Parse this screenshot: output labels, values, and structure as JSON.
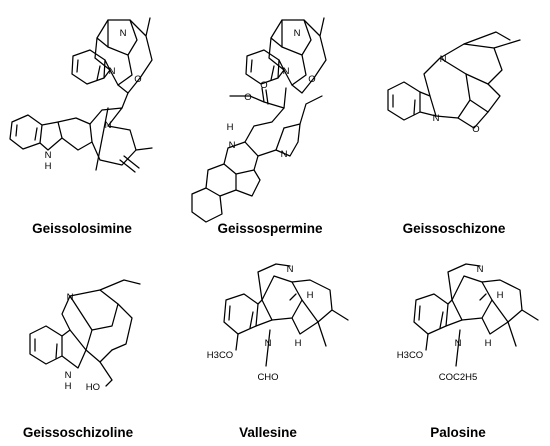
{
  "compounds": [
    {
      "name": "Geissolosimine",
      "atoms": {
        "n_top": "N",
        "n_mid": "N",
        "o_ring": "O",
        "n_lower": "N",
        "nh_n": "N",
        "nh_h": "H"
      }
    },
    {
      "name": "Geissospermine",
      "atoms": {
        "n_top": "N",
        "n_mid": "N",
        "o_ring": "O",
        "ester_o1": "O",
        "ester_o2": "O",
        "nh_h": "H",
        "nh_n": "N",
        "n_lower": "N"
      }
    },
    {
      "name": "Geissoschizone",
      "atoms": {
        "n_top": "N",
        "n_mid": "N",
        "o_ring": "O"
      }
    },
    {
      "name": "Geissoschizoline",
      "atoms": {
        "n_top": "N",
        "nh_n": "N",
        "nh_h": "H",
        "ho": "HO"
      }
    },
    {
      "name": "Vallesine",
      "atoms": {
        "n_top": "N",
        "h_top": "H",
        "n_lower": "N",
        "h_lower": "H",
        "methoxy": "H3CO",
        "cho": "CHO"
      }
    },
    {
      "name": "Palosine",
      "atoms": {
        "n_top": "N",
        "h_top": "H",
        "n_lower": "N",
        "h_lower": "H",
        "methoxy": "H3CO",
        "ester": "COC2H5"
      }
    }
  ]
}
